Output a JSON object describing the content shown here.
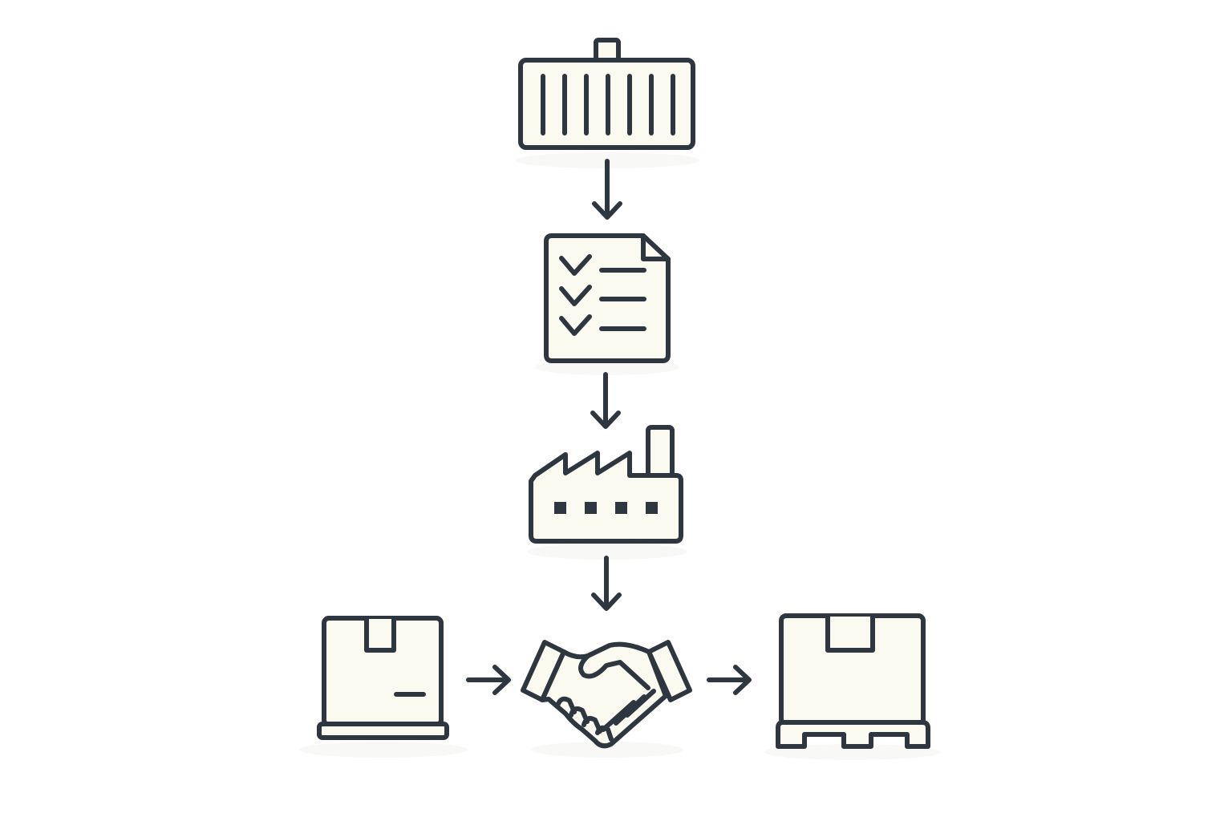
{
  "diagram": {
    "type": "flow",
    "nodes": [
      {
        "id": "container",
        "icon": "shipping-container-icon"
      },
      {
        "id": "checklist",
        "icon": "checklist-document-icon"
      },
      {
        "id": "factory",
        "icon": "factory-icon"
      },
      {
        "id": "box",
        "icon": "cardboard-box-icon"
      },
      {
        "id": "handshake",
        "icon": "handshake-icon"
      },
      {
        "id": "pallet",
        "icon": "box-on-pallet-icon"
      }
    ],
    "edges": [
      {
        "from": "container",
        "to": "checklist"
      },
      {
        "from": "checklist",
        "to": "factory"
      },
      {
        "from": "factory",
        "to": "handshake"
      },
      {
        "from": "box",
        "to": "handshake"
      },
      {
        "from": "handshake",
        "to": "pallet"
      }
    ]
  },
  "colors": {
    "stroke": "#2e3640",
    "fill": "#fbfaf0",
    "background": "#ffffff"
  }
}
